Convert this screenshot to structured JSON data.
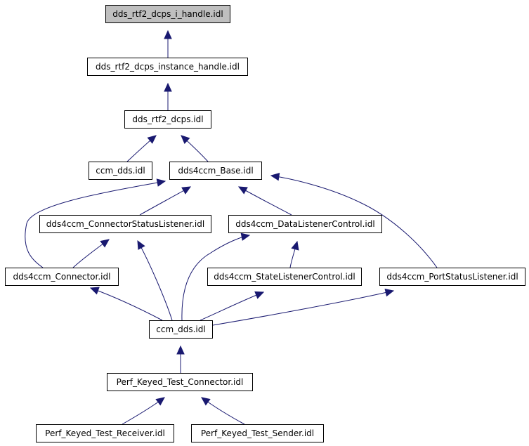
{
  "diagram": {
    "nodes": [
      {
        "id": "dds_rtf2_dcps_i_handle",
        "label": "dds_rtf2_dcps_i_handle.idl",
        "highlighted": true
      },
      {
        "id": "dds_rtf2_dcps_instance_handle",
        "label": "dds_rtf2_dcps_instance_handle.idl"
      },
      {
        "id": "dds_rtf2_dcps",
        "label": "dds_rtf2_dcps.idl"
      },
      {
        "id": "ccm_dds_a",
        "label": "ccm_dds.idl"
      },
      {
        "id": "dds4ccm_base",
        "label": "dds4ccm_Base.idl"
      },
      {
        "id": "connector_status",
        "label": "dds4ccm_ConnectorStatusListener.idl"
      },
      {
        "id": "data_listener",
        "label": "dds4ccm_DataListenerControl.idl"
      },
      {
        "id": "connector",
        "label": "dds4ccm_Connector.idl"
      },
      {
        "id": "state_listener",
        "label": "dds4ccm_StateListenerControl.idl"
      },
      {
        "id": "port_status",
        "label": "dds4ccm_PortStatusListener.idl"
      },
      {
        "id": "ccm_dds_b",
        "label": "ccm_dds.idl"
      },
      {
        "id": "perf_connector",
        "label": "Perf_Keyed_Test_Connector.idl"
      },
      {
        "id": "perf_receiver",
        "label": "Perf_Keyed_Test_Receiver.idl"
      },
      {
        "id": "perf_sender",
        "label": "Perf_Keyed_Test_Sender.idl"
      }
    ],
    "edges": [
      {
        "from": "dds_rtf2_dcps_instance_handle",
        "to": "dds_rtf2_dcps_i_handle"
      },
      {
        "from": "dds_rtf2_dcps",
        "to": "dds_rtf2_dcps_instance_handle"
      },
      {
        "from": "ccm_dds_a",
        "to": "dds_rtf2_dcps"
      },
      {
        "from": "dds4ccm_base",
        "to": "dds_rtf2_dcps"
      },
      {
        "from": "connector",
        "to": "dds4ccm_base"
      },
      {
        "from": "connector_status",
        "to": "dds4ccm_base"
      },
      {
        "from": "data_listener",
        "to": "dds4ccm_base"
      },
      {
        "from": "port_status",
        "to": "dds4ccm_base"
      },
      {
        "from": "connector",
        "to": "connector_status"
      },
      {
        "from": "ccm_dds_b",
        "to": "connector_status"
      },
      {
        "from": "state_listener",
        "to": "data_listener"
      },
      {
        "from": "ccm_dds_b",
        "to": "data_listener"
      },
      {
        "from": "ccm_dds_b",
        "to": "connector"
      },
      {
        "from": "ccm_dds_b",
        "to": "state_listener"
      },
      {
        "from": "ccm_dds_b",
        "to": "port_status"
      },
      {
        "from": "perf_connector",
        "to": "ccm_dds_b"
      },
      {
        "from": "perf_receiver",
        "to": "perf_connector"
      },
      {
        "from": "perf_sender",
        "to": "perf_connector"
      }
    ],
    "colors": {
      "edge": "#191970",
      "node_border": "#000000",
      "node_fill": "#ffffff",
      "highlight_fill": "#bfbfbf"
    }
  }
}
